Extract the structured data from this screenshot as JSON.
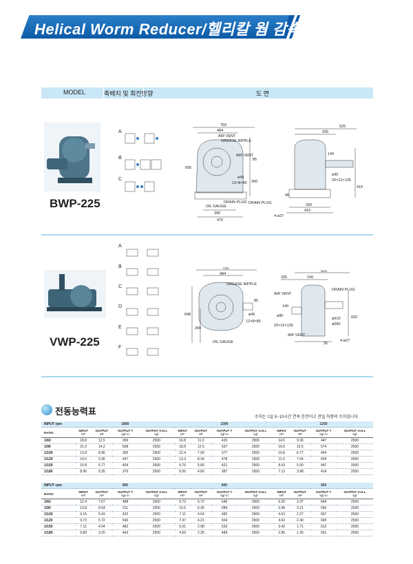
{
  "banner": {
    "title": "Helical Worm Reducer/헬리칼 웜 감속기"
  },
  "table_header": {
    "model": "MODEL",
    "arrangement": "축배치 및 회전방향",
    "drawing": "도 면"
  },
  "models": [
    {
      "name": "BWP-225",
      "arrangements": [
        "A",
        "B",
        "C"
      ],
      "dims_front": {
        "d759": "759",
        "d484": "484",
        "air_vent": "AIR VENT",
        "grease": "GREASE NIPPLE",
        "air_vent2": "AIR VENT",
        "d85": "85",
        "d45": "ø45",
        "key": "12×8×80",
        "d300": "300",
        "d695": "695",
        "drain": "DRAIN PLUG",
        "oil": "OIL GAUGE",
        "d390": "390",
        "d470": "470",
        "drain2": "DRAIN PLUG"
      },
      "dims_side": {
        "d525": "525",
        "d335": "335",
        "d140": "140",
        "d90": "ø90",
        "key": "20×12×135",
        "d415": "415",
        "d45": "45",
        "d330": "330",
        "d410": "410",
        "bolt": "4-ø27"
      }
    },
    {
      "name": "VWP-225",
      "arrangements": [
        "A",
        "B",
        "C",
        "D",
        "E",
        "F"
      ],
      "dims_front": {
        "d759": "759",
        "d484": "484",
        "grease": "GREASE NIPPLE",
        "d85": "85",
        "d45": "ø45",
        "key": "12×8×80",
        "d648": "648",
        "d290": "290",
        "oil": "OIL GAUGE"
      },
      "dims_side": {
        "d525": "525",
        "d335": "335",
        "d190": "190",
        "air_vent": "AIR VENT",
        "drain": "DRAIN PLUG",
        "d140": "140",
        "d80": "ø80",
        "key": "20×12×135",
        "d610": "ø610",
        "d580": "ø580",
        "d692": "692",
        "air_vent2": "AIR VENT",
        "d35": "35",
        "bolt": "4-ø27"
      }
    }
  ],
  "capacity": {
    "title": "전동능력표",
    "note": "수치는 1일 8~10시간 연속 운전이고 관일 하중의 수치입니다.",
    "input_label": "INPUT rpm",
    "ratio_label": "RATIO",
    "col_heads": [
      [
        "INPUT",
        "HP"
      ],
      [
        "OUTPUT",
        "HP"
      ],
      [
        "OUTPUT T",
        "kgf·m"
      ],
      [
        "OUTPUT O.H.L",
        "kgf"
      ]
    ],
    "tables": [
      {
        "rpms": [
          "1800",
          "1500",
          "1200"
        ],
        "rows": [
          {
            "ratio": "1/60",
            "v": [
              "18.8",
              "12.5",
              "399",
              "2500",
              "16.8",
              "11.0",
              "420",
              "2500",
              "14.5",
              "9.36",
              "447",
              "2500"
            ]
          },
          {
            "ratio": "1/90",
            "v": [
              "21.0",
              "14.2",
              "508",
              "2500",
              "18.8",
              "12.5",
              "537",
              "2500",
              "16.5",
              "10.6",
              "574",
              "2500"
            ]
          },
          {
            "ratio": "1/100",
            "v": [
              "13.8",
              "8.96",
              "356",
              "2500",
              "12.4",
              "7.90",
              "377",
              "2500",
              "10.8",
              "6.77",
              "404",
              "2500"
            ]
          },
          {
            "ratio": "1/120",
            "v": [
              "14.5",
              "9.36",
              "447",
              "2500",
              "13.3",
              "8.34",
              "478",
              "2500",
              "11.5",
              "7.04",
              "504",
              "2500"
            ]
          },
          {
            "ratio": "1/150",
            "v": [
              "10.8",
              "6.77",
              "404",
              "2500",
              "9.76",
              "5.80",
              "421",
              "2500",
              "8.53",
              "5.00",
              "447",
              "2500"
            ]
          },
          {
            "ratio": "1/180",
            "v": [
              "8.95",
              "5.35",
              "370",
              "2500",
              "8.05",
              "4.66",
              "387",
              "2500",
              "7.12",
              "3.98",
              "414",
              "2500"
            ]
          }
        ]
      },
      {
        "rpms": [
          "900",
          "600",
          "300"
        ],
        "rows": [
          {
            "ratio": "1/60",
            "v": [
              "12.4",
              "7.67",
              "488",
              "2500",
              "9.73",
              "5.72",
              "546",
              "2500",
              "6.20",
              "3.37",
              "644",
              "2500"
            ]
          },
          {
            "ratio": "1/90",
            "v": [
              "13.8",
              "8.54",
              "611",
              "2500",
              "10.5",
              "6.36",
              "684",
              "2500",
              "5.68",
              "3.21",
              "690",
              "2500"
            ]
          },
          {
            "ratio": "1/100",
            "v": [
              "9.15",
              "5.43",
              "432",
              "2500",
              "7.11",
              "4.04",
              "482",
              "2500",
              "4.53",
              "2.37",
              "567",
              "2500"
            ]
          },
          {
            "ratio": "1/120",
            "v": [
              "9.73",
              "5.72",
              "546",
              "2500",
              "7.47",
              "4.21",
              "604",
              "2500",
              "4.62",
              "2.40",
              "690",
              "2500"
            ]
          },
          {
            "ratio": "1/150",
            "v": [
              "7.11",
              "4.04",
              "482",
              "2500",
              "5.51",
              "2.98",
              "533",
              "2500",
              "3.42",
              "1.71",
              "612",
              "2500"
            ]
          },
          {
            "ratio": "1/180",
            "v": [
              "5.89",
              "3.20",
              "443",
              "2500",
              "4.59",
              "2.35",
              "489",
              "2500",
              "2.86",
              "1.35",
              "561",
              "2500"
            ]
          }
        ]
      }
    ]
  }
}
